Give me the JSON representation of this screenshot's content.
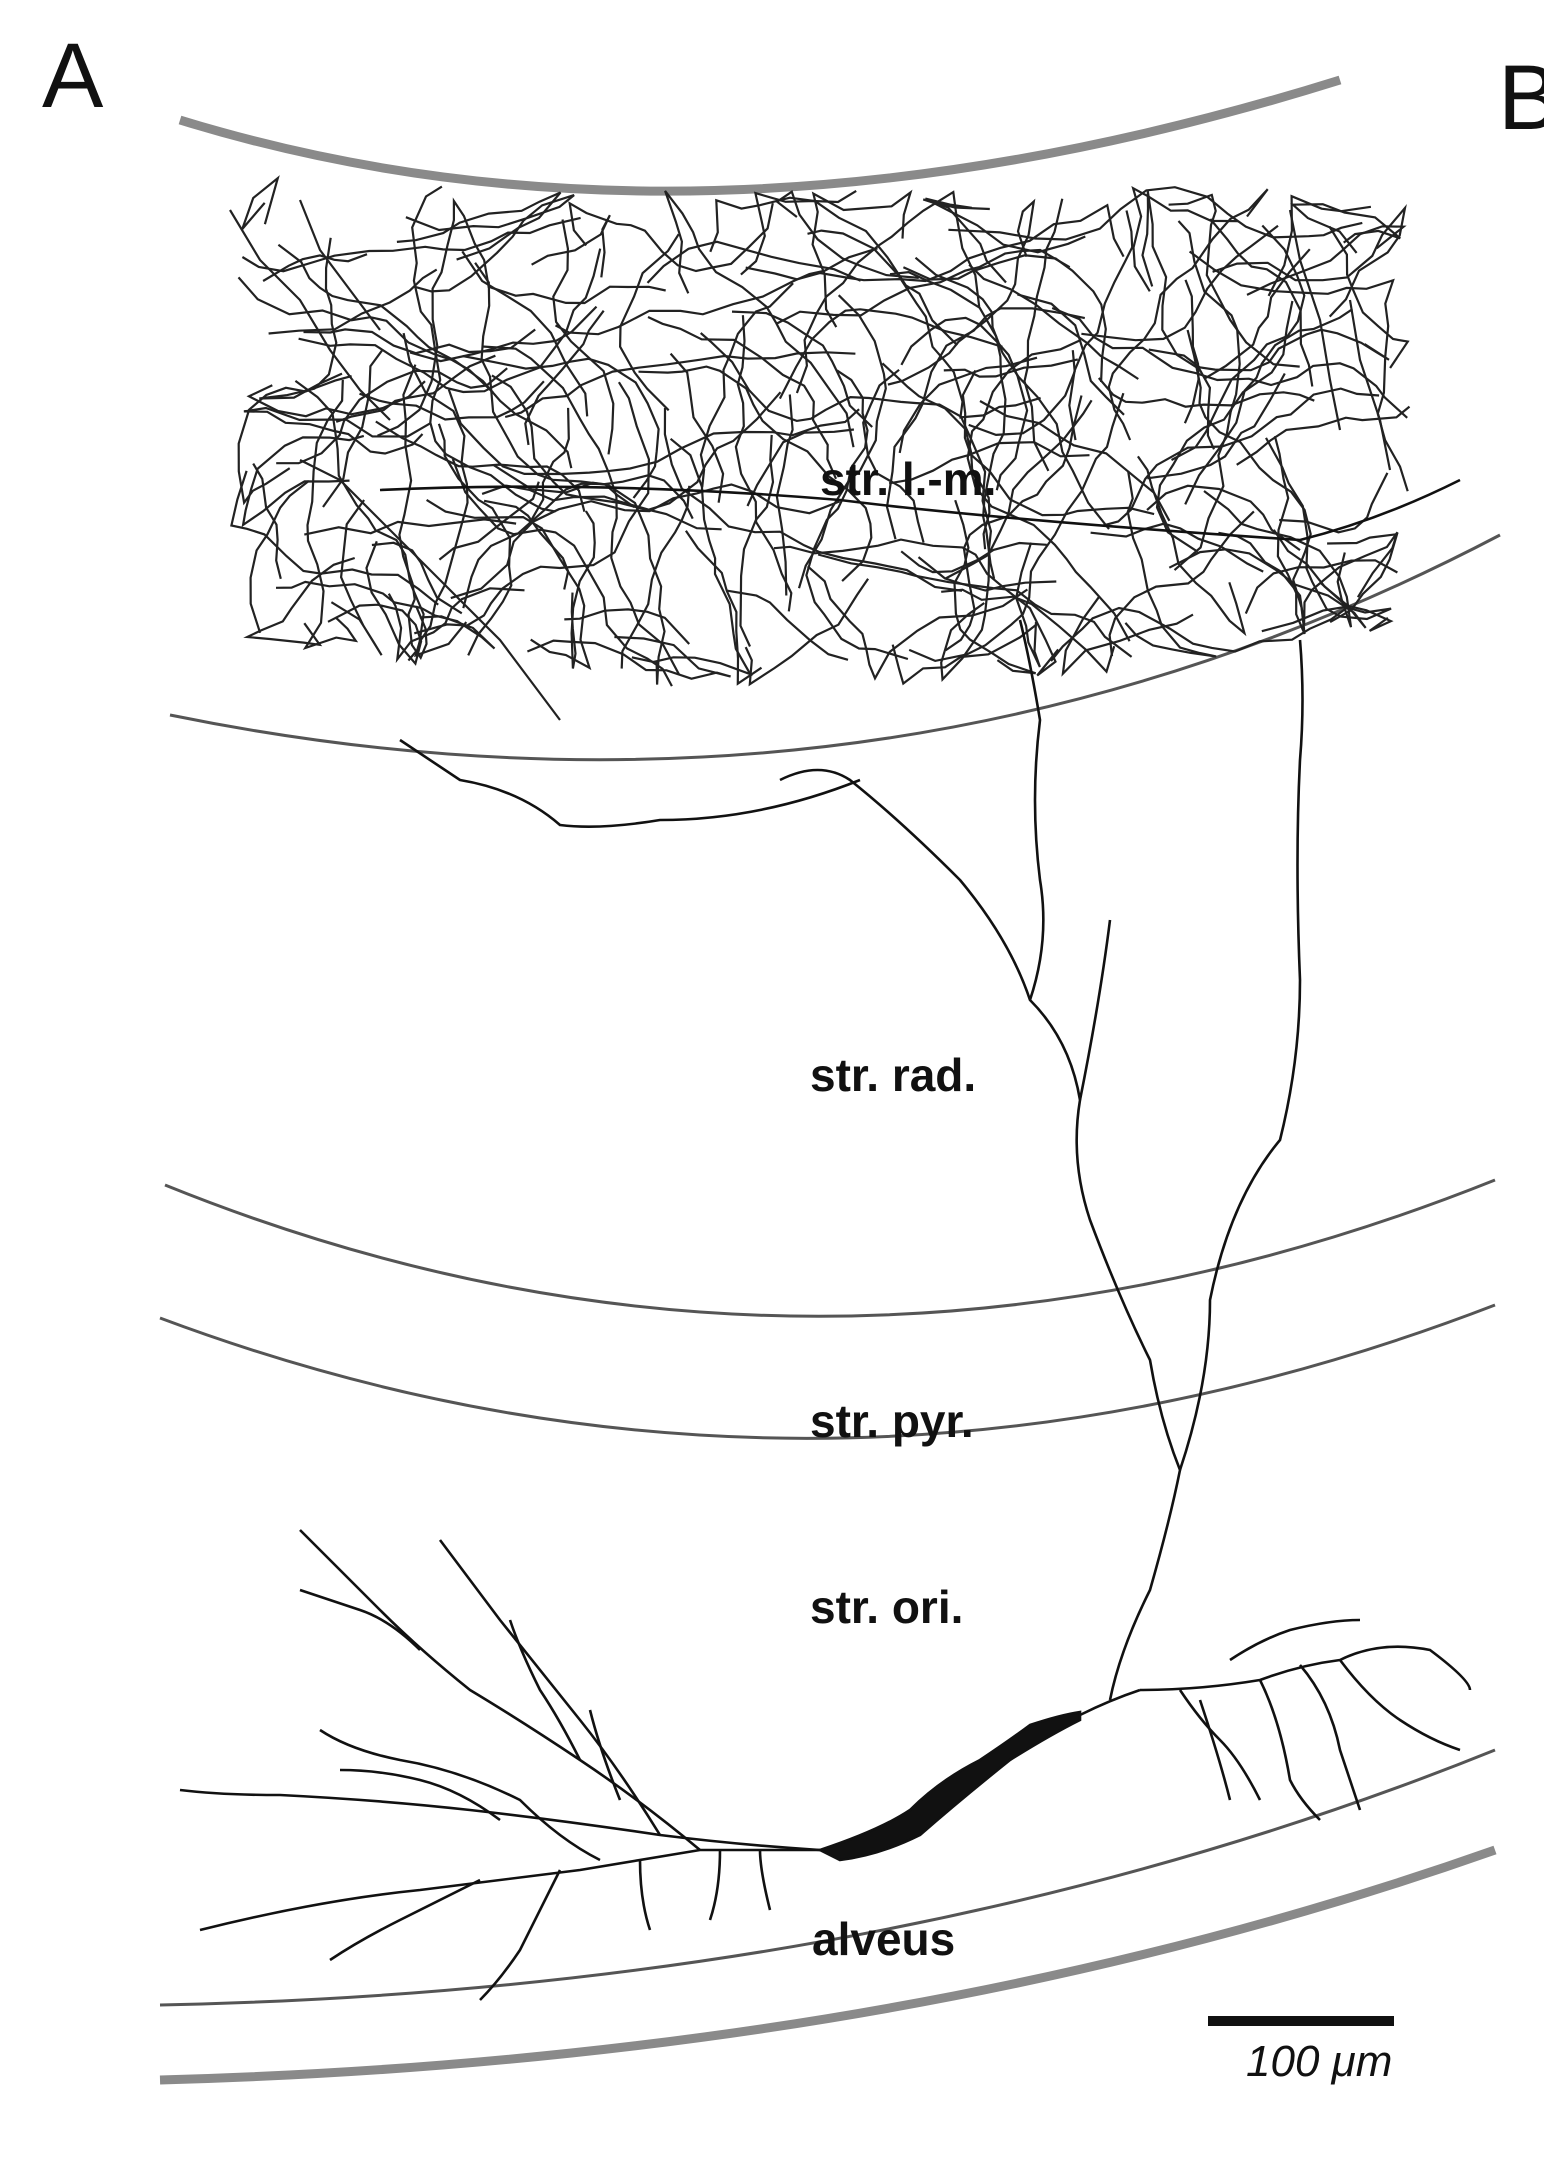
{
  "figure": {
    "panel_labels": {
      "a": "A",
      "b": "B"
    },
    "layers": {
      "lacunosum_moleculare": "str. l.-m.",
      "radiatum": "str. rad.",
      "pyramidale": "str. pyr.",
      "oriens": "str. ori.",
      "alveus": "alveus"
    },
    "scale_bar": {
      "label": "100 μm",
      "length_um": 100
    },
    "colors": {
      "ink": "#111111",
      "boundary": "#555555",
      "background": "#ffffff"
    }
  }
}
